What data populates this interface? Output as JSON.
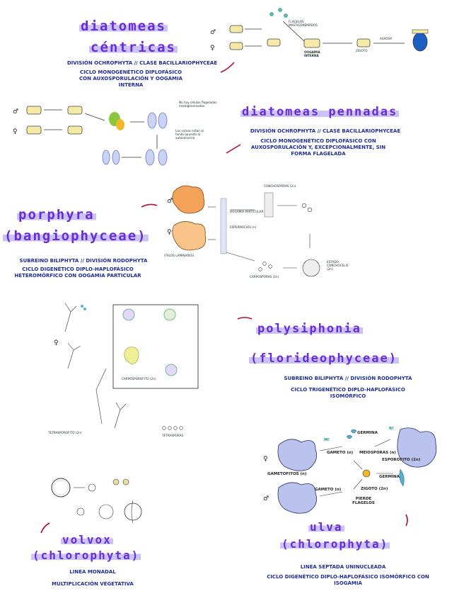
{
  "sections": {
    "diatomeas_centricas": {
      "title_line1": "diatomeas",
      "title_line2": "céntricas",
      "classification": "DIVISIÓN OCHROPHYTA // CLASE BACILLARIOPHYCEAE",
      "cycle": "CICLO MONOGENÉTICO DIPLOFÁSICO CON AUXOSPORULACIÓN Y OOGAMIA INTERNA",
      "labels": {
        "gametos": "FLAGELOS MASTIGONEMADOS",
        "oogamia": "OOGAMIA INTERNA",
        "cigoto": "ZIGOTO",
        "auxosp": "AUXOSP."
      }
    },
    "diatomeas_pennadas": {
      "title": "diatomeas pennadas",
      "classification": "DIVISIÓN OCHROPHYTA // CLASE BACILLARIOPHYCEAE",
      "cycle": "CICLO MONOGENÉTICO DIPLOFÁSICO CON AUXOSPORULACIÓN Y, EXCEPCIONALMENTE, SIN FORMA FLAGELADA",
      "notes": {
        "no_flagelos": "No hay células flageladas mastigonemadas",
        "valvas": "Las valvas están al fondo opuesto al autoxanorsía"
      }
    },
    "porphyra": {
      "title_line1": "porphyra",
      "title_line2": "(bangiophyceae)",
      "classification": "SUBREINO BILIPHYTA // DIVISIÓN RODOPHYTA",
      "cycle": "CICLO DIGENÉTICO DIPLO-HAPLOFÁSICO HETEROMÓRFICO CON OOGAMIA PARTICULAR",
      "labels": {
        "talos": "(TALOS LAMINARES)",
        "conchosporas": "CONCHOSPORAS (2n)",
        "espermacios": "ESPERMACIOS (n)",
        "carposporas": "CARPOSPORAS (2n)",
        "conchocelis": "ESTADO CONCHOCELIS (2n)",
        "oogamia": "OOGAMIA PARTICULAR"
      }
    },
    "polysiphonia": {
      "title_line1": "polysiphonia",
      "title_line2": "(florideophyceae)",
      "classification": "SUBREINO BILIPHYTA // DIVISIÓN RODOPHYTA",
      "cycle": "CICLO TRIGENÉTICO DIPLO-HAPLOFÁSICO ISOMÓRFICO",
      "labels": {
        "tetrasporofito": "TETRASPOROFITO (2n)",
        "tetrasporas": "TETRASPORAS",
        "carposporofito": "CARPOSPOROFITO (2n)"
      }
    },
    "volvox": {
      "title_line1": "volvox",
      "title_line2": "(chlorophyta)",
      "lineage": "LINEA MONADAL",
      "reproduction": "MULTIPLICACIÓN VEGETATIVA"
    },
    "ulva": {
      "title_line1": "ulva",
      "title_line2": "(chlorophyta)",
      "lineage": "LINEA SEPTADA UNINUCLEADA",
      "cycle": "CICLO DIGENÉTICO DIPLO-HAPLOFÁSICO ISOMÓRFICO CON ISOGAMIA",
      "labels": {
        "gametofitos": "GAMETOFITOS (n)",
        "gameto1": "GAMETO (n)",
        "gameto2": "GAMETO (n)",
        "germina1": "GERMINA",
        "germina2": "GERMINA",
        "meiosporas": "MEIOSPORAS (n)",
        "esporofito": "ESPOROFITO (2n)",
        "zigoto": "ZIGOTO (2n)",
        "pierde": "PIERDE FLAGELOS",
        "m1": "M!",
        "r1": "R!"
      }
    }
  },
  "colors": {
    "title_purple": "#6a2bd9",
    "highlight": "#c9c4f5",
    "text_blue": "#1f2d9a",
    "arrow_red": "#b0102a",
    "orange": "#f3a25a",
    "ulva_blue": "#b9c3ee"
  }
}
